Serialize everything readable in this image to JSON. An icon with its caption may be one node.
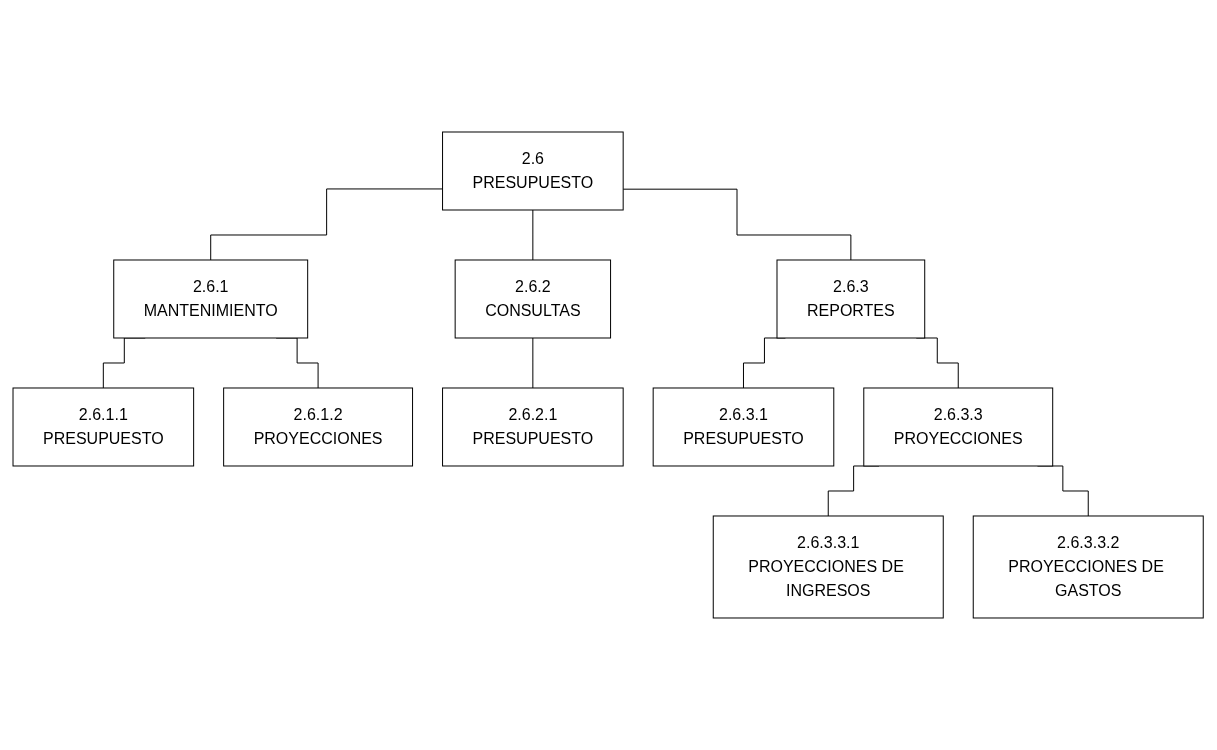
{
  "diagram": {
    "nodes": [
      {
        "text": [
          "2.6",
          "PRESUPUESTO"
        ]
      },
      {
        "text": [
          "2.6.1",
          "MANTENIMIENTO"
        ]
      },
      {
        "text": [
          "2.6.2",
          "CONSULTAS"
        ]
      },
      {
        "text": [
          "2.6.3",
          "REPORTES"
        ]
      },
      {
        "text": [
          "2.6.1.1",
          "PRESUPUESTO"
        ]
      },
      {
        "text": [
          "2.6.1.2",
          "PROYECCIONES"
        ]
      },
      {
        "text": [
          "2.6.2.1",
          "PRESUPUESTO"
        ]
      },
      {
        "text": [
          "2.6.3.1",
          "PRESUPUESTO"
        ]
      },
      {
        "text": [
          "2.6.3.3",
          "PROYECCIONES"
        ]
      },
      {
        "text": [
          "2.6.3.3.1",
          "PROYECCIONES DE INGRESOS"
        ]
      },
      {
        "text": [
          "2.6.3.3.2",
          "PROYECCIONES DE GASTOS"
        ]
      }
    ],
    "edges": [
      {
        "from": 0,
        "to": 1,
        "arrow": "none"
      },
      {
        "from": 0,
        "to": 2,
        "arrow": "none"
      },
      {
        "from": 0,
        "to": 3,
        "arrow": "none"
      },
      {
        "from": 1,
        "to": 4,
        "arrow": "none"
      },
      {
        "from": 1,
        "to": 5,
        "arrow": "none"
      },
      {
        "from": 2,
        "to": 6,
        "arrow": "none"
      },
      {
        "from": 3,
        "to": 7,
        "arrow": "none"
      },
      {
        "from": 3,
        "to": 8,
        "arrow": "none"
      },
      {
        "from": 8,
        "to": 9,
        "arrow": "none"
      },
      {
        "from": 8,
        "to": 10,
        "arrow": "none"
      }
    ]
  }
}
